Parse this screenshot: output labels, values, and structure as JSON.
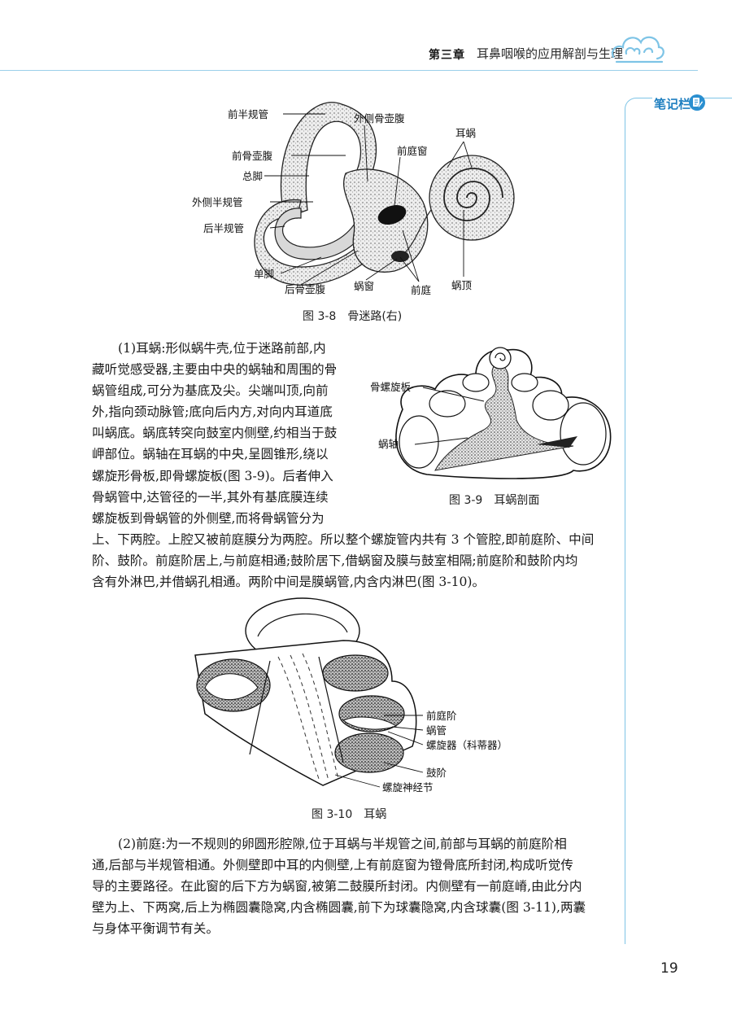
{
  "header": {
    "chapter_label": "第三章",
    "chapter_title": "耳鼻咽喉的应用解剖与生理",
    "accent_color": "#7ec4e6",
    "logo_icon": "cloud-swirl-icon"
  },
  "notes_column": {
    "label": "笔记栏",
    "icon": "note-edit-icon"
  },
  "figure_3_8": {
    "caption": "图 3-8　骨迷路(右)",
    "labels": {
      "anterior_canal": "前半规管",
      "anterior_ampulla": "前骨壶腹",
      "common_crus": "总脚",
      "lateral_canal": "外侧半规管",
      "posterior_canal": "后半规管",
      "simple_crus": "单脚",
      "posterior_ampulla": "后骨壶腹",
      "round_window": "蜗窗",
      "vestibule": "前庭",
      "apex": "蜗顶",
      "cochlea": "耳蜗",
      "oval_window": "前庭窗",
      "lateral_ampulla": "外侧骨壶腹"
    }
  },
  "figure_3_9": {
    "caption": "图 3-9　耳蜗剖面",
    "labels": {
      "spiral_lamina": "骨螺旋板",
      "modiolus": "蜗轴"
    }
  },
  "figure_3_10": {
    "caption": "图 3-10　耳蜗",
    "labels": {
      "scala_vestibuli": "前庭阶",
      "cochlear_duct": "蜗管",
      "organ_of_corti": "螺旋器（科蒂器）",
      "scala_tympani": "鼓阶",
      "spiral_ganglion": "螺旋神经节"
    }
  },
  "paragraph1": {
    "lines": [
      "(1)耳蜗:形似蜗牛壳,位于迷路前部,内",
      "藏听觉感受器,主要由中央的蜗轴和周围的骨",
      "蜗管组成,可分为基底及尖。尖端叫顶,向前",
      "外,指向颈动脉管;底向后内方,对向内耳道底",
      "叫蜗底。蜗底转突向鼓室内侧壁,约相当于鼓",
      "岬部位。蜗轴在耳蜗的中央,呈圆锥形,绕以",
      "螺旋形骨板,即骨螺旋板(图 3-9)。后者伸入",
      "骨蜗管中,达管径的一半,其外有基底膜连续",
      "螺旋板到骨蜗管的外侧壁,而将骨蜗管分为",
      "上、下两腔。上腔又被前庭膜分为两腔。所以整个螺旋管内共有 3 个管腔,即前庭阶、中间",
      "阶、鼓阶。前庭阶居上,与前庭相通;鼓阶居下,借蜗窗及膜与鼓室相隔;前庭阶和鼓阶内均",
      "含有外淋巴,并借蜗孔相通。两阶中间是膜蜗管,内含内淋巴(图 3-10)。"
    ]
  },
  "paragraph2": {
    "lines": [
      "(2)前庭:为一不规则的卵圆形腔隙,位于耳蜗与半规管之间,前部与耳蜗的前庭阶相",
      "通,后部与半规管相通。外侧壁即中耳的内侧壁,上有前庭窗为镫骨底所封闭,构成听觉传",
      "导的主要路径。在此窗的后下方为蜗窗,被第二鼓膜所封闭。内侧壁有一前庭嵴,由此分内",
      "壁为上、下两窝,后上为椭圆囊隐窝,内含椭圆囊,前下为球囊隐窝,内含球囊(图 3-11),两囊",
      "与身体平衡调节有关。"
    ]
  },
  "page_number": "19"
}
